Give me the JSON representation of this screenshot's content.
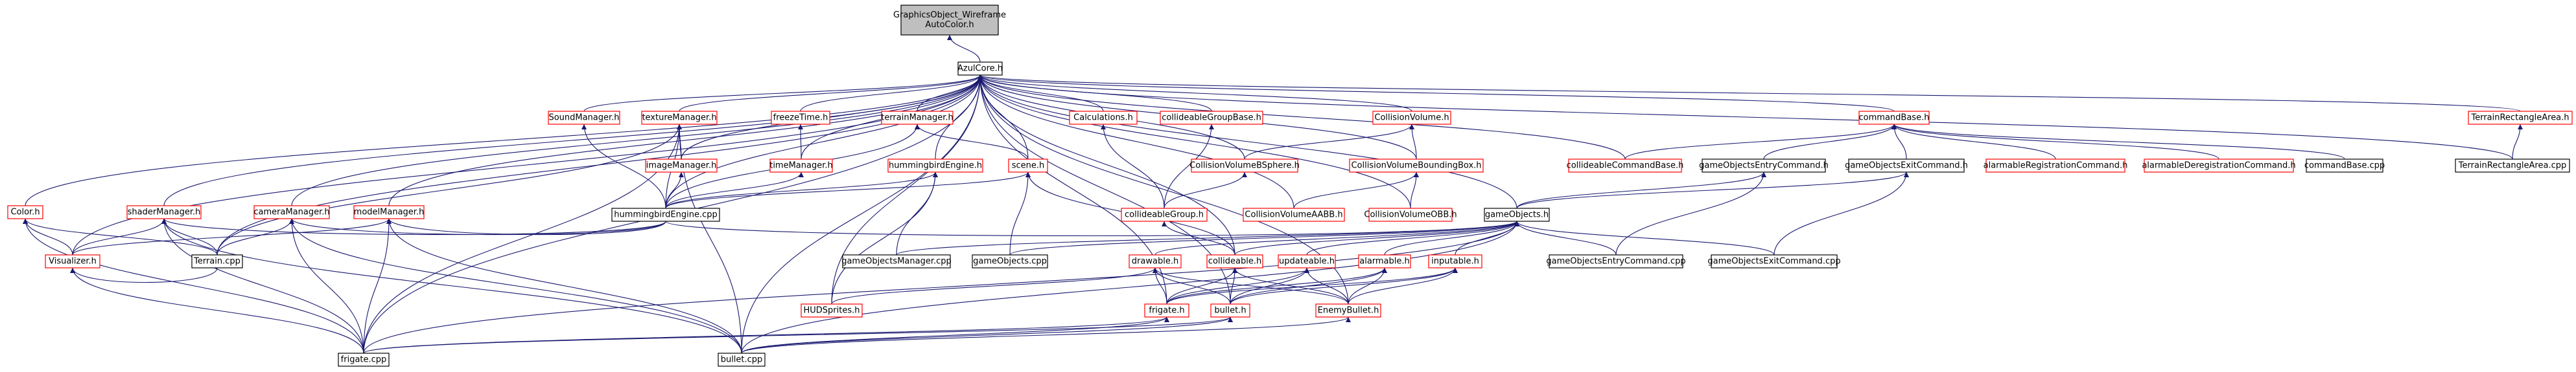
{
  "graph": {
    "title": "",
    "colors": {
      "edge": "#191970",
      "linked_border": "#ff0000",
      "plain_border": "#000000",
      "current_fill": "#bfbfbf",
      "node_fill": "#ffffff"
    },
    "nodes": [
      {
        "id": "gow",
        "label": "GraphicsObject_Wireframe\nAutoColor.h",
        "kind": "current"
      },
      {
        "id": "azul",
        "label": "AzulCore.h",
        "kind": "plain"
      },
      {
        "id": "color",
        "label": "Color.h",
        "kind": "linked"
      },
      {
        "id": "visualizer",
        "label": "Visualizer.h",
        "kind": "linked"
      },
      {
        "id": "shaderManager",
        "label": "shaderManager.h",
        "kind": "linked"
      },
      {
        "id": "cameraManager",
        "label": "cameraManager.h",
        "kind": "linked"
      },
      {
        "id": "modelManager",
        "label": "modelManager.h",
        "kind": "linked"
      },
      {
        "id": "soundManager",
        "label": "SoundManager.h",
        "kind": "linked"
      },
      {
        "id": "textureManager",
        "label": "textureManager.h",
        "kind": "linked"
      },
      {
        "id": "imageManager",
        "label": "imageManager.h",
        "kind": "linked"
      },
      {
        "id": "freezeTime",
        "label": "freezeTime.h",
        "kind": "linked"
      },
      {
        "id": "timeManager",
        "label": "timeManager.h",
        "kind": "linked"
      },
      {
        "id": "terrainManager",
        "label": "terrainManager.h",
        "kind": "linked"
      },
      {
        "id": "hbEngineH",
        "label": "hummingbirdEngine.h",
        "kind": "linked"
      },
      {
        "id": "sceneH",
        "label": "scene.h",
        "kind": "linked"
      },
      {
        "id": "calculations",
        "label": "Calculations.h",
        "kind": "linked"
      },
      {
        "id": "collGroupBase",
        "label": "collideableGroupBase.h",
        "kind": "linked"
      },
      {
        "id": "collVolume",
        "label": "CollisionVolume.h",
        "kind": "linked"
      },
      {
        "id": "collBSphere",
        "label": "CollisionVolumeBSphere.h",
        "kind": "linked"
      },
      {
        "id": "collBBox",
        "label": "CollisionVolumeBoundingBox.h",
        "kind": "linked"
      },
      {
        "id": "collAABB",
        "label": "CollisionVolumeAABB.h",
        "kind": "linked"
      },
      {
        "id": "collOBB",
        "label": "CollisionVolumeOBB.h",
        "kind": "linked"
      },
      {
        "id": "collGroup",
        "label": "collideableGroup.h",
        "kind": "linked"
      },
      {
        "id": "collCmdBase",
        "label": "collideableCommandBase.h",
        "kind": "linked"
      },
      {
        "id": "commandBase",
        "label": "commandBase.h",
        "kind": "linked"
      },
      {
        "id": "goEntryCmd",
        "label": "gameObjectsEntryCommand.h",
        "kind": "plain"
      },
      {
        "id": "goExitCmd",
        "label": "gameObjectsExitCommand.h",
        "kind": "plain"
      },
      {
        "id": "alarmRegCmd",
        "label": "alarmableRegistrationCommand.h",
        "kind": "linked"
      },
      {
        "id": "alarmDeregCmd",
        "label": "alarmableDeregistrationCommand.h",
        "kind": "linked"
      },
      {
        "id": "cmdBaseCpp",
        "label": "commandBase.cpp",
        "kind": "plain"
      },
      {
        "id": "terrainRectH",
        "label": "TerrainRectangleArea.h",
        "kind": "linked"
      },
      {
        "id": "terrainRectCpp",
        "label": "TerrainRectangleArea.cpp",
        "kind": "plain"
      },
      {
        "id": "gameObjectsH",
        "label": "gameObjects.h",
        "kind": "plain"
      },
      {
        "id": "hbEngineCpp",
        "label": "hummingbirdEngine.cpp",
        "kind": "plain"
      },
      {
        "id": "terrainCpp",
        "label": "Terrain.cpp",
        "kind": "plain"
      },
      {
        "id": "goManagerCpp",
        "label": "gameObjectsManager.cpp",
        "kind": "plain"
      },
      {
        "id": "goCpp",
        "label": "gameObjects.cpp",
        "kind": "plain"
      },
      {
        "id": "goEntryCpp",
        "label": "gameObjectsEntryCommand.cpp",
        "kind": "plain"
      },
      {
        "id": "goExitCpp",
        "label": "gameObjectsExitCommand.cpp",
        "kind": "plain"
      },
      {
        "id": "drawable",
        "label": "drawable.h",
        "kind": "linked"
      },
      {
        "id": "collideable",
        "label": "collideable.h",
        "kind": "linked"
      },
      {
        "id": "updateable",
        "label": "updateable.h",
        "kind": "linked"
      },
      {
        "id": "alarmable",
        "label": "alarmable.h",
        "kind": "linked"
      },
      {
        "id": "inputable",
        "label": "inputable.h",
        "kind": "linked"
      },
      {
        "id": "hudSprites",
        "label": "HUDSprites.h",
        "kind": "linked"
      },
      {
        "id": "frigateH",
        "label": "frigate.h",
        "kind": "linked"
      },
      {
        "id": "bulletH",
        "label": "bullet.h",
        "kind": "linked"
      },
      {
        "id": "enemyBullet",
        "label": "EnemyBullet.h",
        "kind": "linked"
      },
      {
        "id": "frigateCpp",
        "label": "frigate.cpp",
        "kind": "plain"
      },
      {
        "id": "bulletCpp",
        "label": "bullet.cpp",
        "kind": "plain"
      }
    ],
    "edges": [
      [
        "gow",
        "azul"
      ],
      [
        "azul",
        "color"
      ],
      [
        "azul",
        "visualizer"
      ],
      [
        "azul",
        "shaderManager"
      ],
      [
        "azul",
        "cameraManager"
      ],
      [
        "azul",
        "modelManager"
      ],
      [
        "azul",
        "soundManager"
      ],
      [
        "azul",
        "textureManager"
      ],
      [
        "azul",
        "imageManager"
      ],
      [
        "azul",
        "freezeTime"
      ],
      [
        "azul",
        "timeManager"
      ],
      [
        "azul",
        "terrainManager"
      ],
      [
        "azul",
        "hbEngineH"
      ],
      [
        "azul",
        "sceneH"
      ],
      [
        "azul",
        "calculations"
      ],
      [
        "azul",
        "collGroupBase"
      ],
      [
        "azul",
        "collVolume"
      ],
      [
        "azul",
        "collBSphere"
      ],
      [
        "azul",
        "collBBox"
      ],
      [
        "azul",
        "collAABB"
      ],
      [
        "azul",
        "collOBB"
      ],
      [
        "azul",
        "collCmdBase"
      ],
      [
        "azul",
        "commandBase"
      ],
      [
        "azul",
        "terrainRectH"
      ],
      [
        "azul",
        "terrainRectCpp"
      ],
      [
        "azul",
        "gameObjectsH"
      ],
      [
        "azul",
        "hbEngineCpp"
      ],
      [
        "azul",
        "terrainCpp"
      ],
      [
        "azul",
        "frigateH"
      ],
      [
        "azul",
        "bulletH"
      ],
      [
        "azul",
        "enemyBullet"
      ],
      [
        "azul",
        "hudSprites"
      ],
      [
        "azul",
        "bulletCpp"
      ],
      [
        "azul",
        "frigateCpp"
      ],
      [
        "azul",
        "collideable"
      ],
      [
        "color",
        "visualizer"
      ],
      [
        "color",
        "terrainCpp"
      ],
      [
        "color",
        "frigateCpp"
      ],
      [
        "visualizer",
        "terrainCpp"
      ],
      [
        "visualizer",
        "frigateCpp"
      ],
      [
        "shaderManager",
        "visualizer"
      ],
      [
        "shaderManager",
        "hbEngineCpp"
      ],
      [
        "shaderManager",
        "terrainCpp"
      ],
      [
        "shaderManager",
        "frigateCpp"
      ],
      [
        "shaderManager",
        "bulletCpp"
      ],
      [
        "cameraManager",
        "hbEngineCpp"
      ],
      [
        "cameraManager",
        "terrainCpp"
      ],
      [
        "cameraManager",
        "frigateCpp"
      ],
      [
        "cameraManager",
        "bulletCpp"
      ],
      [
        "modelManager",
        "hbEngineCpp"
      ],
      [
        "modelManager",
        "frigateCpp"
      ],
      [
        "modelManager",
        "bulletCpp"
      ],
      [
        "modelManager",
        "visualizer"
      ],
      [
        "soundManager",
        "hbEngineCpp"
      ],
      [
        "textureManager",
        "imageManager"
      ],
      [
        "textureManager",
        "hbEngineCpp"
      ],
      [
        "textureManager",
        "terrainCpp"
      ],
      [
        "textureManager",
        "frigateCpp"
      ],
      [
        "textureManager",
        "bulletCpp"
      ],
      [
        "imageManager",
        "hbEngineCpp"
      ],
      [
        "freezeTime",
        "timeManager"
      ],
      [
        "timeManager",
        "hbEngineCpp"
      ],
      [
        "terrainManager",
        "sceneH"
      ],
      [
        "terrainManager",
        "hbEngineCpp"
      ],
      [
        "hbEngineH",
        "hbEngineCpp"
      ],
      [
        "hbEngineH",
        "goManagerCpp"
      ],
      [
        "hbEngineH",
        "hudSprites"
      ],
      [
        "sceneH",
        "hbEngineCpp"
      ],
      [
        "sceneH",
        "goCpp"
      ],
      [
        "sceneH",
        "collideable"
      ],
      [
        "calculations",
        "collGroup"
      ],
      [
        "collGroupBase",
        "collGroup"
      ],
      [
        "collVolume",
        "collBSphere"
      ],
      [
        "collVolume",
        "collBBox"
      ],
      [
        "collBSphere",
        "collGroup"
      ],
      [
        "collBBox",
        "collAABB"
      ],
      [
        "collBBox",
        "collOBB"
      ],
      [
        "collGroup",
        "collideable"
      ],
      [
        "commandBase",
        "collCmdBase"
      ],
      [
        "commandBase",
        "goEntryCmd"
      ],
      [
        "commandBase",
        "goExitCmd"
      ],
      [
        "commandBase",
        "alarmRegCmd"
      ],
      [
        "commandBase",
        "alarmDeregCmd"
      ],
      [
        "commandBase",
        "cmdBaseCpp"
      ],
      [
        "terrainRectH",
        "terrainRectCpp"
      ],
      [
        "goEntryCmd",
        "gameObjectsH"
      ],
      [
        "goEntryCmd",
        "goEntryCpp"
      ],
      [
        "goExitCmd",
        "gameObjectsH"
      ],
      [
        "goExitCmd",
        "goExitCpp"
      ],
      [
        "gameObjectsH",
        "goManagerCpp"
      ],
      [
        "gameObjectsH",
        "goCpp"
      ],
      [
        "gameObjectsH",
        "goEntryCpp"
      ],
      [
        "gameObjectsH",
        "goExitCpp"
      ],
      [
        "gameObjectsH",
        "drawable"
      ],
      [
        "gameObjectsH",
        "collideable"
      ],
      [
        "gameObjectsH",
        "updateable"
      ],
      [
        "gameObjectsH",
        "alarmable"
      ],
      [
        "gameObjectsH",
        "inputable"
      ],
      [
        "gameObjectsH",
        "hbEngineCpp"
      ],
      [
        "gameObjectsH",
        "frigateCpp"
      ],
      [
        "gameObjectsH",
        "bulletCpp"
      ],
      [
        "drawable",
        "hudSprites"
      ],
      [
        "drawable",
        "frigateH"
      ],
      [
        "drawable",
        "bulletH"
      ],
      [
        "drawable",
        "enemyBullet"
      ],
      [
        "collideable",
        "frigateH"
      ],
      [
        "collideable",
        "bulletH"
      ],
      [
        "collideable",
        "enemyBullet"
      ],
      [
        "updateable",
        "frigateH"
      ],
      [
        "updateable",
        "bulletH"
      ],
      [
        "updateable",
        "enemyBullet"
      ],
      [
        "alarmable",
        "frigateH"
      ],
      [
        "alarmable",
        "bulletH"
      ],
      [
        "alarmable",
        "enemyBullet"
      ],
      [
        "inputable",
        "frigateH"
      ],
      [
        "inputable",
        "bulletH"
      ],
      [
        "inputable",
        "enemyBullet"
      ],
      [
        "frigateH",
        "frigateCpp"
      ],
      [
        "frigateH",
        "bulletCpp"
      ],
      [
        "bulletH",
        "frigateCpp"
      ],
      [
        "bulletH",
        "bulletCpp"
      ],
      [
        "enemyBullet",
        "bulletCpp"
      ]
    ]
  }
}
